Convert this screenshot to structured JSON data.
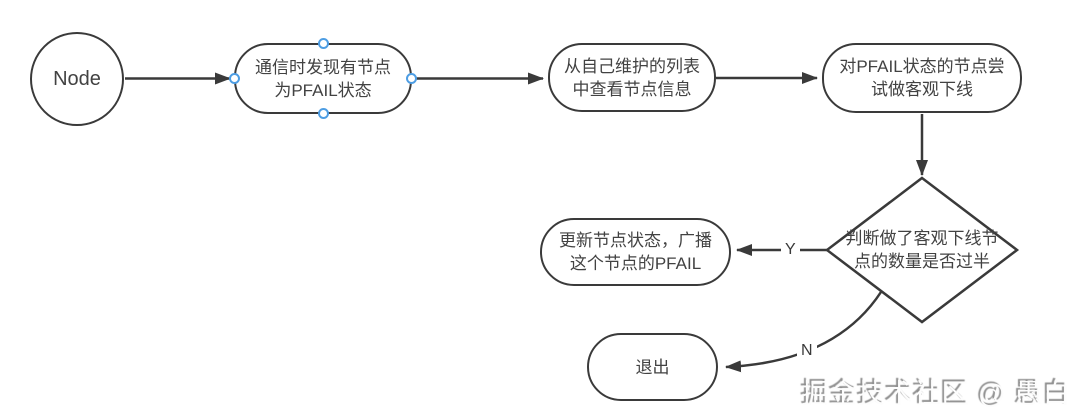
{
  "diagram": {
    "nodes": {
      "start": {
        "label": "Node"
      },
      "discover": {
        "lines": [
          "通信时发现有节点",
          "为PFAIL状态"
        ]
      },
      "check_list": {
        "lines": [
          "从自己维护的列表",
          "中查看节点信息"
        ]
      },
      "try_offline": {
        "lines": [
          "对PFAIL状态的节点尝",
          "试做客观下线"
        ]
      },
      "decision": {
        "lines": [
          "判断做了客观下线节",
          "点的数量是否过半"
        ]
      },
      "update": {
        "lines": [
          "更新节点状态，广播",
          "这个节点的PFAIL"
        ]
      },
      "exit": {
        "label": "退出"
      }
    },
    "edges": {
      "yes_label": "Y",
      "no_label": "N"
    },
    "colors": {
      "line": "#3a3a3a",
      "text": "#424242",
      "selection_handle": "#4d9de3",
      "background": "#ffffff"
    }
  },
  "watermark": {
    "text": "掘金技术社区 @ 愚白"
  }
}
